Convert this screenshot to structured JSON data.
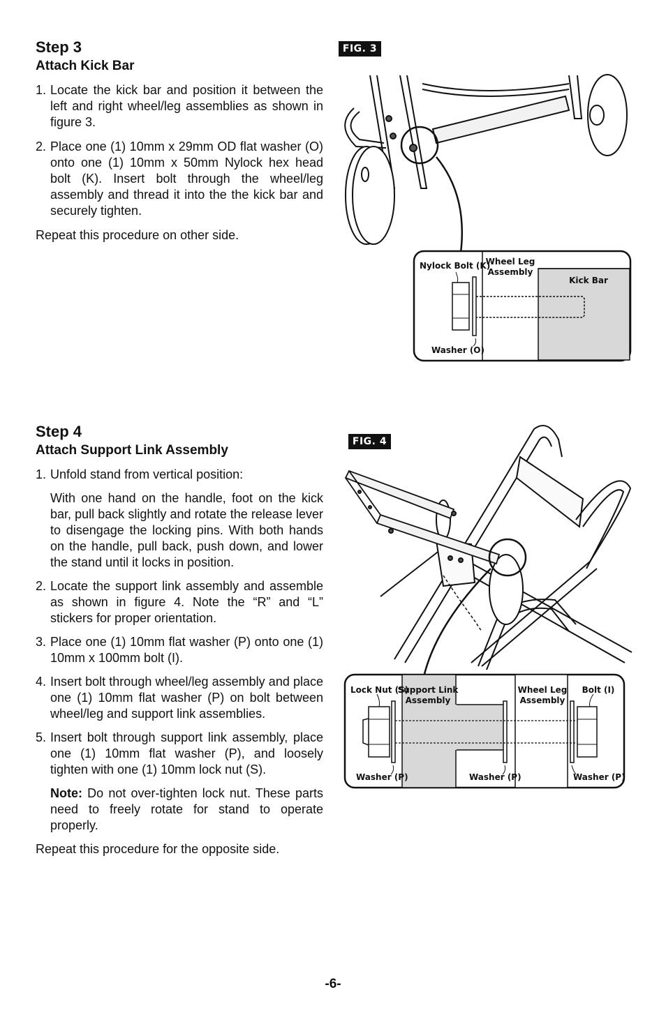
{
  "step3": {
    "title": "Step 3",
    "subtitle": "Attach Kick Bar",
    "items": [
      {
        "num": "1.",
        "text": "Locate the kick bar and position it between the left and right wheel/leg assemblies as shown in figure 3."
      },
      {
        "num": "2.",
        "text": "Place one (1) 10mm x 29mm OD flat washer (O) onto one (1) 10mm x 50mm Nylock hex head bolt (K). Insert bolt through the wheel/leg assembly and thread it into the the kick bar and securely tighten."
      }
    ],
    "repeat": "Repeat this procedure on other side."
  },
  "fig3": {
    "label": "FIG. 3",
    "callouts": {
      "nylock_bolt": "Nylock Bolt (K)",
      "wheel_leg_1": "Wheel Leg",
      "wheel_leg_2": "Assembly",
      "kick_bar": "Kick Bar",
      "washer": "Washer (O)"
    }
  },
  "step4": {
    "title": "Step 4",
    "subtitle": "Attach Support Link Assembly",
    "item1": {
      "num": "1.",
      "text": "Unfold stand from vertical position:"
    },
    "item1_detail": "With one hand on the handle, foot on the kick bar, pull back slightly and rotate the release lever to disengage the locking pins. With both hands on the handle, pull back, push down, and lower the stand until it locks in position.",
    "items": [
      {
        "num": "2.",
        "text": "Locate the support link assembly and assemble as shown in figure 4. Note the “R” and “L” stickers for proper orientation."
      },
      {
        "num": "3.",
        "text": "Place one (1) 10mm flat washer (P) onto one (1) 10mm x 100mm bolt (I)."
      },
      {
        "num": "4.",
        "text": "Insert bolt through wheel/leg assembly and place one (1) 10mm flat washer (P) on bolt between wheel/leg and support link assemblies."
      },
      {
        "num": "5.",
        "text": "Insert bolt through support link assembly, place one (1) 10mm flat washer (P), and loosely tighten with one (1) 10mm lock nut (S)."
      }
    ],
    "note_label": "Note:",
    "note_text": " Do not over-tighten lock nut. These parts need to freely rotate for stand to operate properly.",
    "repeat": "Repeat this procedure for the opposite side."
  },
  "fig4": {
    "label": "FIG. 4",
    "callouts": {
      "lock_nut": "Lock Nut (S)",
      "support_link_1": "Support Link",
      "support_link_2": "Assembly",
      "wheel_leg_1": "Wheel Leg",
      "wheel_leg_2": "Assembly",
      "bolt": "Bolt (I)",
      "washer_left": "Washer (P)",
      "washer_mid": "Washer (P)",
      "washer_right": "Washer (P)"
    }
  },
  "page_number": "-6-"
}
